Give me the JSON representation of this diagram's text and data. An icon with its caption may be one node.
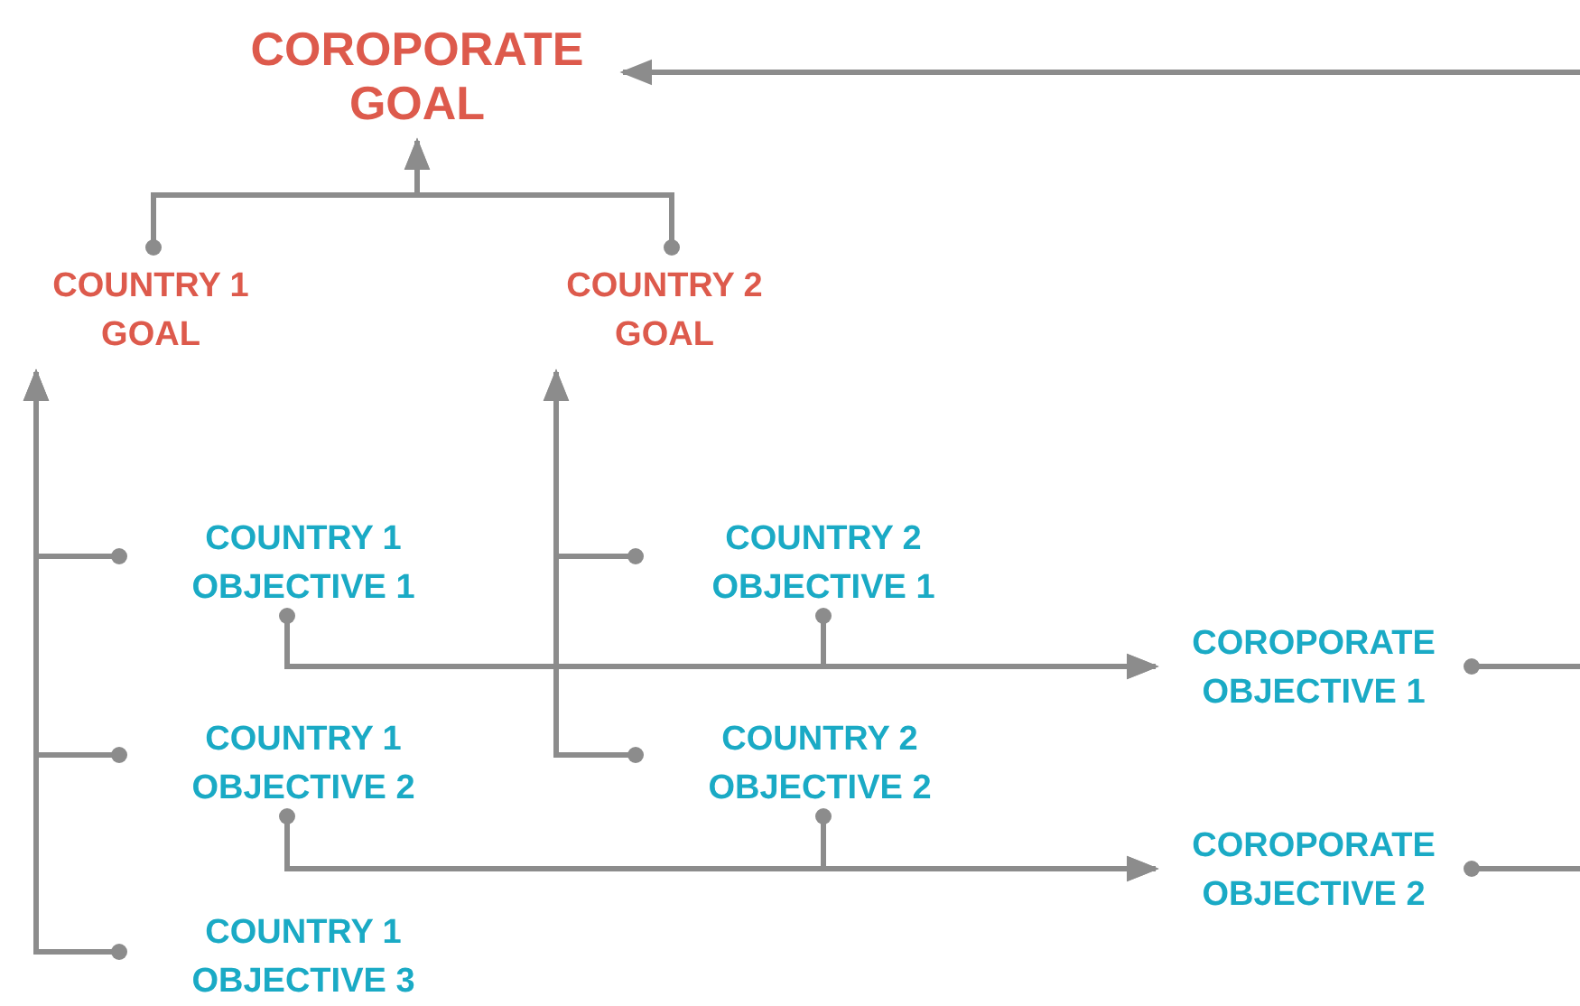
{
  "diagram": {
    "nodes": [
      {
        "text": [
          "COROPORATE GOAL"
        ]
      },
      {
        "text": [
          "COUNTRY 1 GOAL"
        ]
      },
      {
        "text": [
          "COUNTRY 2 GOAL"
        ]
      },
      {
        "text": [
          "COUNTRY 1 OBJECTIVE 1"
        ]
      },
      {
        "text": [
          "COUNTRY 2 OBJECTIVE 1"
        ]
      },
      {
        "text": [
          "COROPORATE OBJECTIVE 1"
        ]
      },
      {
        "text": [
          "COUNTRY 1 OBJECTIVE 2"
        ]
      },
      {
        "text": [
          "COUNTRY 2 OBJECTIVE 2"
        ]
      },
      {
        "text": [
          "COROPORATE OBJECTIVE 2"
        ]
      },
      {
        "text": [
          "COUNTRY 1 OBJECTIVE 3"
        ]
      }
    ],
    "edges": [
      {
        "from": null,
        "to": 0,
        "arrow": "to"
      },
      {
        "from": 1,
        "to": 0,
        "arrow": "to"
      },
      {
        "from": 2,
        "to": 0,
        "arrow": "to"
      },
      {
        "from": 3,
        "to": 1,
        "arrow": "to"
      },
      {
        "from": 6,
        "to": 1,
        "arrow": "to"
      },
      {
        "from": 9,
        "to": 1,
        "arrow": "to"
      },
      {
        "from": 4,
        "to": 2,
        "arrow": "to"
      },
      {
        "from": 7,
        "to": 2,
        "arrow": "to"
      },
      {
        "from": 3,
        "to": 5,
        "arrow": "to"
      },
      {
        "from": 4,
        "to": 5,
        "arrow": "to"
      },
      {
        "from": 6,
        "to": 8,
        "arrow": "to"
      },
      {
        "from": 7,
        "to": 8,
        "arrow": "to"
      },
      {
        "from": 5,
        "to": null,
        "arrow": "other"
      },
      {
        "from": 8,
        "to": null,
        "arrow": "other"
      }
    ]
  }
}
